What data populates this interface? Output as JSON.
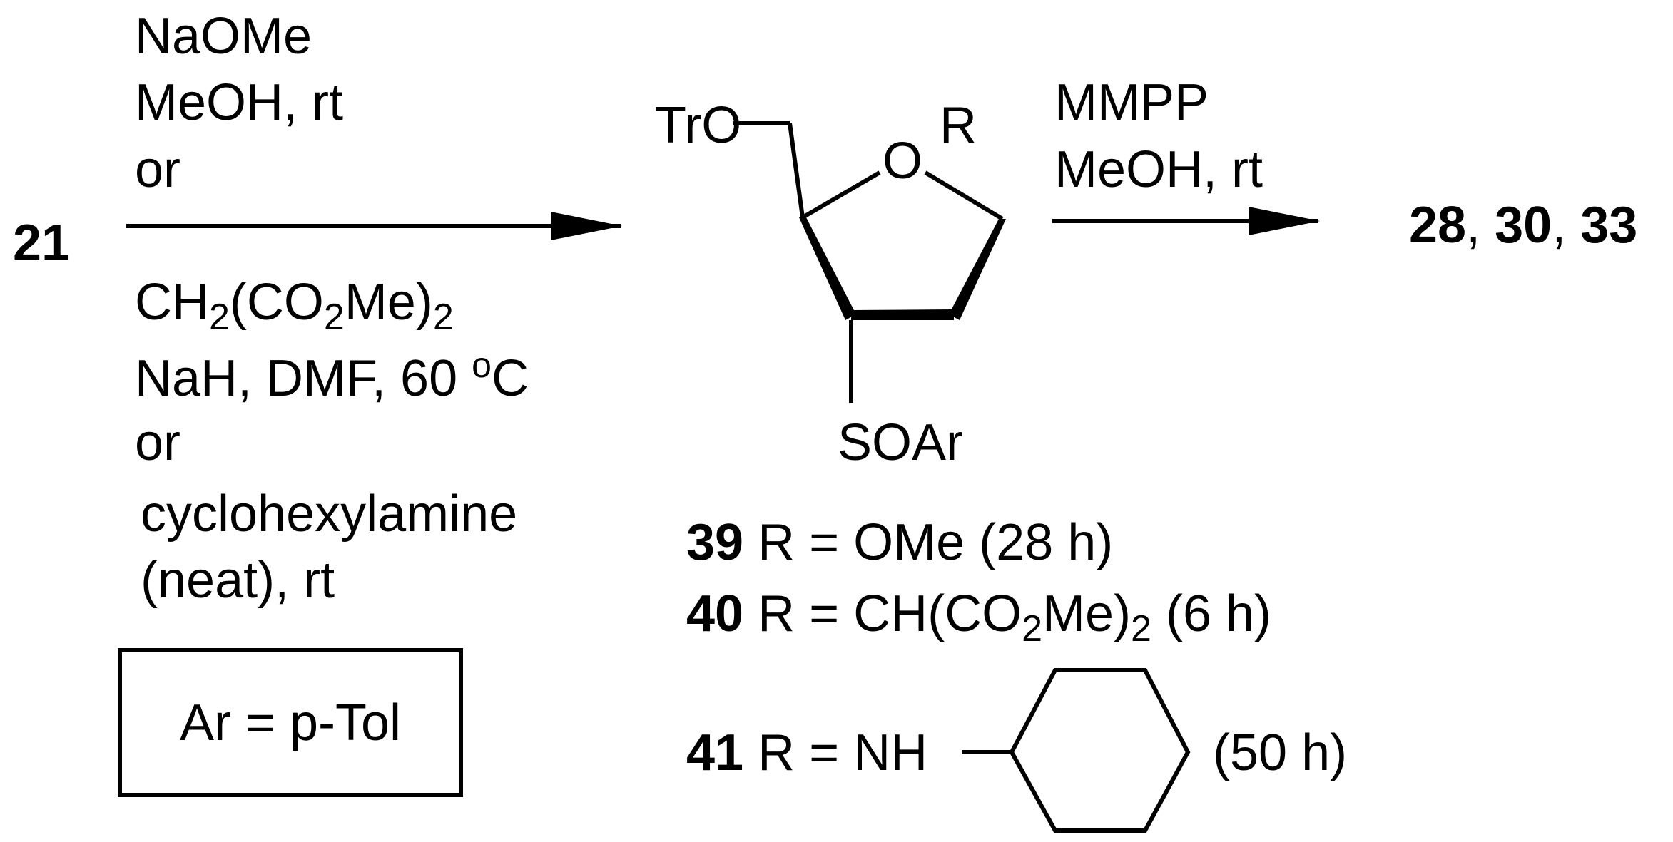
{
  "compounds": {
    "start": "21",
    "products": [
      "28",
      "30",
      "33"
    ],
    "product_separator": ", "
  },
  "reagents_step1": {
    "line1": "NaOMe",
    "line2": "MeOH, rt",
    "or1": "or",
    "malonate": {
      "a": "CH",
      "s1": "2",
      "b": "(CO",
      "s2": "2",
      "c": "Me)",
      "s3": "2"
    },
    "conditions2_pre": "NaH, DMF, 60 ",
    "conditions2_deg": "o",
    "conditions2_post": "C",
    "or2": "or",
    "amine": "cyclohexylamine",
    "amine_cond": "(neat), rt"
  },
  "reagents_step2": {
    "line1": "MMPP",
    "line2": "MeOH, rt"
  },
  "structure": {
    "tro": "TrO",
    "ring_o": "O",
    "r": "R",
    "soar": "SOAr"
  },
  "box_note": "Ar = p-Tol",
  "products_list": {
    "p39": {
      "num": "39",
      "text": " R = OMe (28 h)"
    },
    "p40": {
      "num": "40",
      "pre": " R = CH(CO",
      "sub1": "2",
      "mid": "Me)",
      "sub2": "2",
      "post": " (6 h)"
    },
    "p41": {
      "num": "41",
      "pre": " R = NH",
      "post": "(50 h)"
    }
  },
  "colors": {
    "ink": "#000000",
    "background": "#ffffff"
  }
}
